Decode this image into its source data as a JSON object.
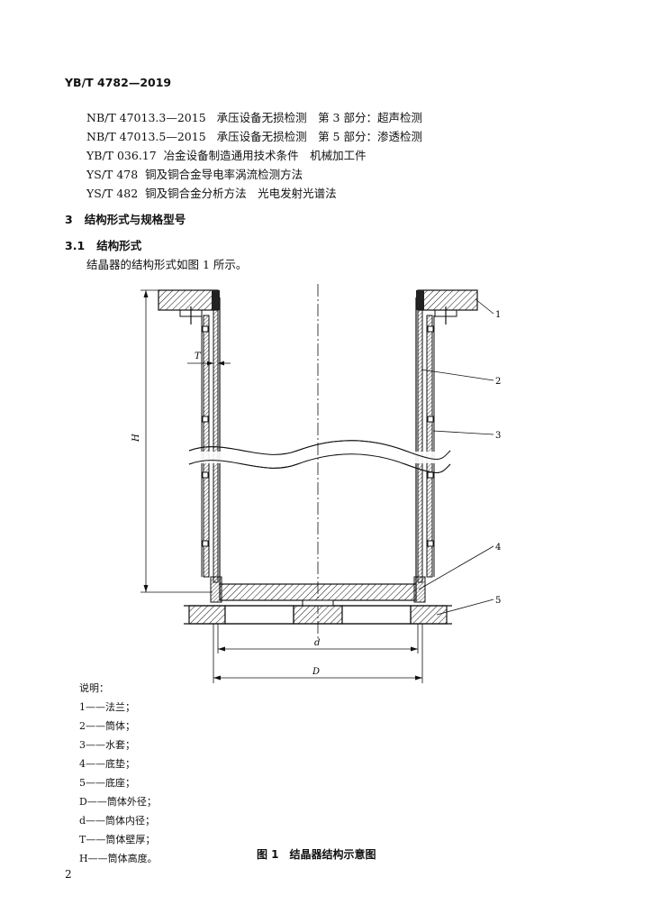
{
  "header": "YB/T 4782—2019",
  "references": [
    {
      "code": "NB/T 47013.3—2015",
      "title": "承压设备无损检测　第 3 部分：超声检测"
    },
    {
      "code": "NB/T 47013.5—2015",
      "title": "承压设备无损检测　第 5 部分：渗透检测"
    },
    {
      "code": "YB/T 036.17",
      "title": "冶金设备制造通用技术条件　机械加工件"
    },
    {
      "code": "YS/T 478",
      "title": "铜及铜合金导电率涡流检测方法"
    },
    {
      "code": "YS/T 482",
      "title": "铜及铜合金分析方法　光电发射光谱法"
    }
  ],
  "section3": {
    "num": "3",
    "title": "结构形式与规格型号"
  },
  "section31": {
    "num": "3.1",
    "title": "结构形式"
  },
  "body_text": "结晶器的结构形式如图 1 所示。",
  "figure": {
    "callouts": [
      "1",
      "2",
      "3",
      "4",
      "5"
    ],
    "dim_T": "T",
    "dim_H": "H",
    "dim_d": "d",
    "dim_D": "D"
  },
  "legend": {
    "title": "说明：",
    "items": [
      "1——法兰；",
      "2——筒体；",
      "3——水套；",
      "4——底垫；",
      "5——底座；",
      "D——筒体外径；",
      "d——筒体内径；",
      "T——筒体壁厚；",
      "H——筒体高度。"
    ]
  },
  "caption": "图 1　结晶器结构示意图",
  "page_number": "2"
}
